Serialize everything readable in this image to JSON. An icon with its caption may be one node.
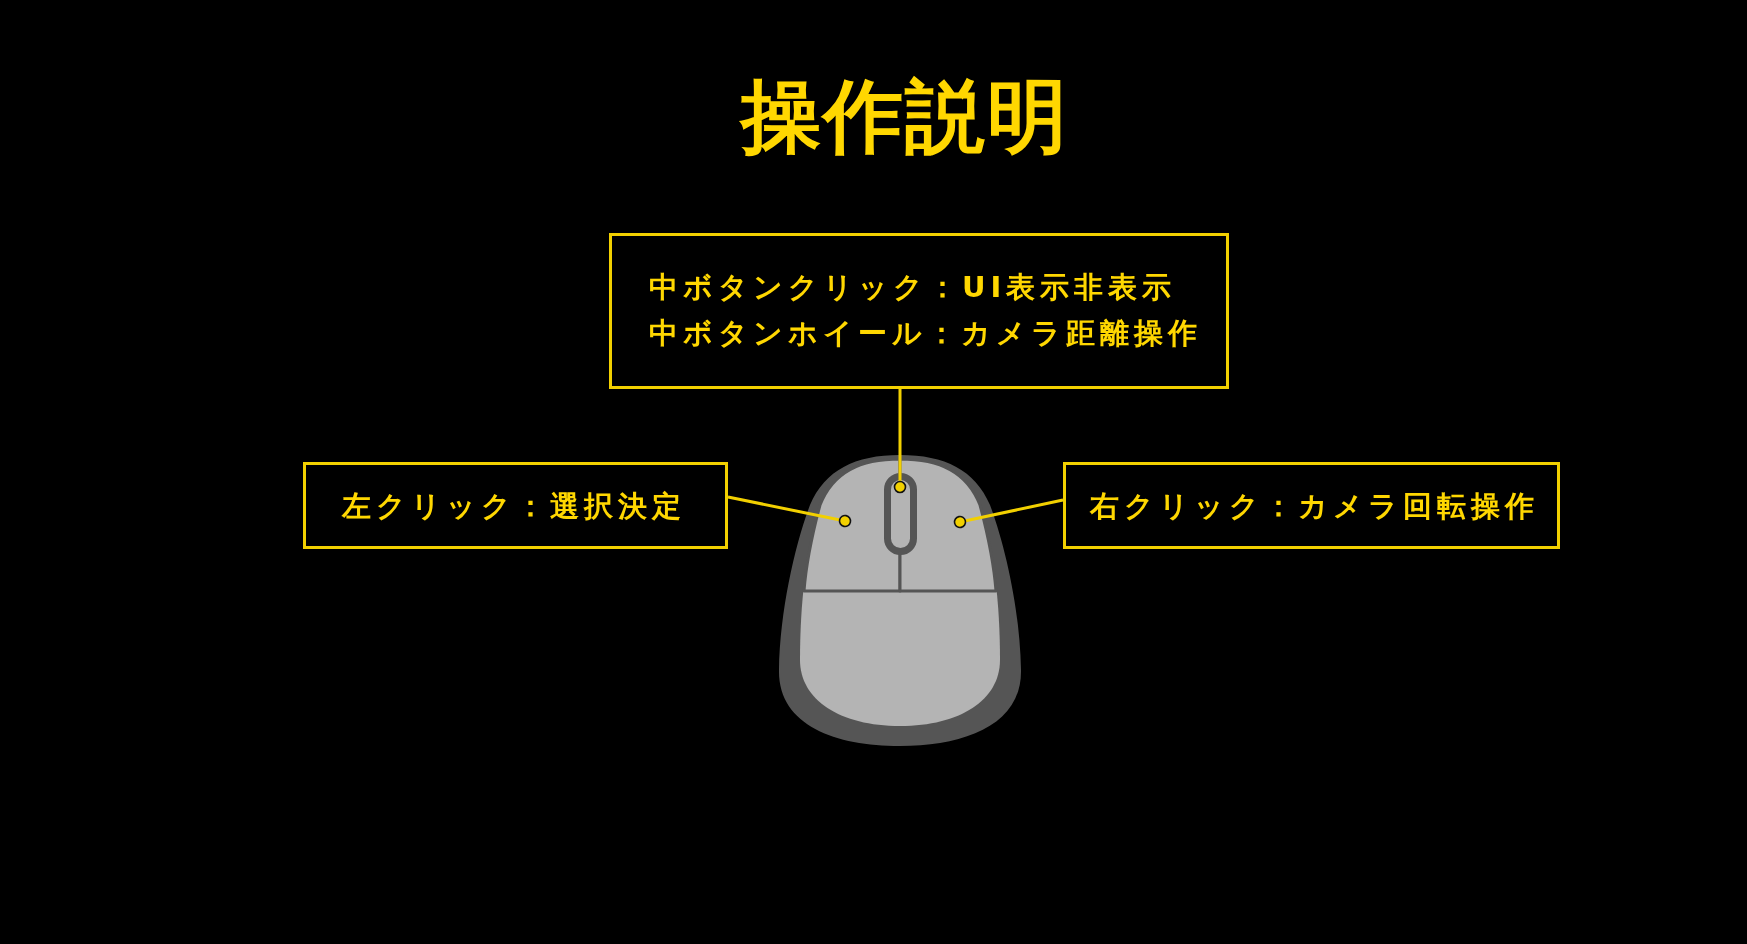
{
  "diagram": {
    "title": "操作説明",
    "nodes": [
      {
        "text": [
          "中ボタンクリック：UI表示非表示",
          "中ボタンホイール：カメラ距離操作"
        ]
      },
      {
        "text": [
          "左クリック：選択決定"
        ]
      },
      {
        "text": [
          "右クリック：カメラ回転操作"
        ]
      },
      {
        "text": [],
        "shape": "box"
      },
      {
        "text": [],
        "shape": "box"
      },
      {
        "text": [],
        "shape": "box"
      }
    ],
    "edges": [
      {
        "from": 0,
        "to": 3,
        "arrow": "other"
      },
      {
        "from": 1,
        "to": 4,
        "arrow": "other"
      },
      {
        "from": 2,
        "to": 5,
        "arrow": "other"
      }
    ]
  }
}
